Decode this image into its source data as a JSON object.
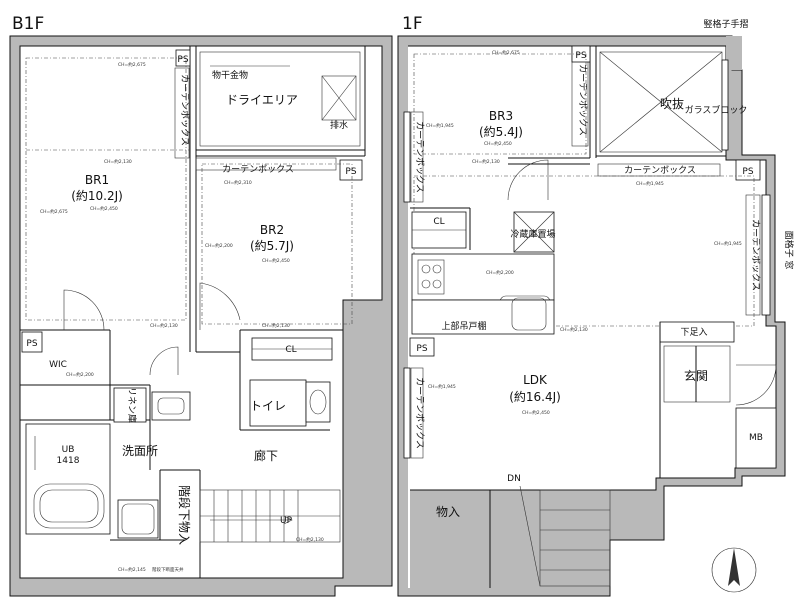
{
  "floors": {
    "b1f": {
      "title": "B1F"
    },
    "f1": {
      "title": "1F"
    }
  },
  "rooms": {
    "br1": {
      "name": "BR1",
      "area": "(約10.2J)"
    },
    "br2": {
      "name": "BR2",
      "area": "(約5.7J)"
    },
    "br3": {
      "name": "BR3",
      "area": "(約5.4J)"
    },
    "ldk": {
      "name": "LDK",
      "area": "(約16.4J)"
    },
    "dry_area": "ドライエリア",
    "wic": "WIC",
    "ub": {
      "name": "UB",
      "size": "1418"
    },
    "washroom": "洗面所",
    "toilet": "トイレ",
    "hallway": "廊下",
    "stair_storage": "階段下物入",
    "entrance": "玄関",
    "shoe_storage": "下足入",
    "storage_1f": "物入",
    "mb": "MB",
    "void": "吹抜"
  },
  "labels": {
    "ps": "PS",
    "cl": "CL",
    "curtain_box": "カーテンボックス",
    "laundry_hardware": "物干金物",
    "drainage": "排水",
    "linen_shelf": "リネン庫",
    "glass_block": "ガラスブロック",
    "fridge": "冷蔵庫置場",
    "upper_cabinet": "上部吊戸棚",
    "vertical_lattice": "竪格子手摺",
    "lattice_window": "面格子 窓",
    "up": "UP",
    "dn": "DN"
  },
  "ceiling_heights": {
    "h2675": "CH=約2,675",
    "h2450": "CH=約2,450",
    "h2130": "CH=約2,130",
    "h2200": "CH=約2,200",
    "h2310": "CH=約2,310",
    "h1945": "CH=約1,945",
    "h2145": "CH=約2,145",
    "stair_ceiling": "階段下断面天井"
  },
  "colors": {
    "wall": "#b9b9b9",
    "ink": "#111111"
  },
  "icons": {
    "north": "north-arrow-icon"
  }
}
